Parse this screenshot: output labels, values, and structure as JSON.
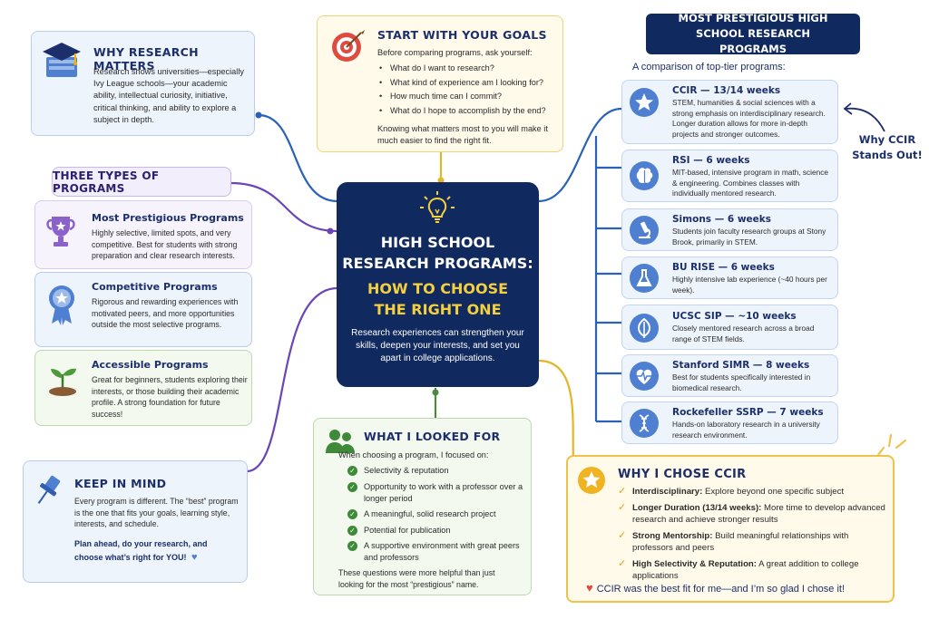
{
  "why_research": {
    "title": "WHY RESEARCH MATTERS",
    "body": "Research shows universities—especially Ivy League schools—your academic ability, intellectual curiosity, initiative, critical thinking, and ability to explore a subject in depth."
  },
  "start_goals": {
    "title": "START WITH YOUR GOALS",
    "intro": "Before comparing programs, ask yourself:",
    "questions": [
      "What do I want to research?",
      "What kind of experience am I looking for?",
      "How much time can I commit?",
      "What do I hope to accomplish by the end?"
    ],
    "outro": "Knowing what matters most to you will make it much easier to find the right fit."
  },
  "prestigious_header": {
    "title": "MOST PRESTIGIOUS HIGH SCHOOL RESEARCH PROGRAMS",
    "subtitle": "A comparison of top-tier programs:"
  },
  "programs": [
    {
      "name": "CCIR — 13/14 weeks",
      "desc": "STEM, humanities & social sciences with a strong emphasis on interdisciplinary research. Longer duration allows for more in-depth projects and stronger outcomes.",
      "icon": "star-icon"
    },
    {
      "name": "RSI — 6 weeks",
      "desc": "MIT-based, intensive program in math, science & engineering. Combines classes with individually mentored research.",
      "icon": "brain-icon"
    },
    {
      "name": "Simons — 6 weeks",
      "desc": "Students join faculty research groups at Stony Brook, primarily in STEM.",
      "icon": "microscope-icon"
    },
    {
      "name": "BU RISE — 6 weeks",
      "desc": "Highly intensive lab experience (~40 hours per week).",
      "icon": "flask-icon"
    },
    {
      "name": "UCSC SIP — ~10 weeks",
      "desc": "Closely mentored research across a broad range of STEM fields.",
      "icon": "leaf-icon"
    },
    {
      "name": "Stanford SIMR — 8 weeks",
      "desc": "Best for students specifically interested in biomedical research.",
      "icon": "heartbeat-icon"
    },
    {
      "name": "Rockefeller SSRP — 7 weeks",
      "desc": "Hands-on laboratory research in a university research environment.",
      "icon": "dna-icon"
    }
  ],
  "why_ccir_note": {
    "line1": "Why CCIR",
    "line2": "Stands Out!"
  },
  "three_types": {
    "title": "THREE TYPES OF PROGRAMS",
    "types": [
      {
        "name": "Most Prestigious Programs",
        "desc": "Highly selective, limited spots, and very competitive. Best for students with strong preparation and clear research interests."
      },
      {
        "name": "Competitive Programs",
        "desc": "Rigorous and rewarding experiences with motivated peers, and more opportunities outside the most selective programs."
      },
      {
        "name": "Accessible Programs",
        "desc": "Great for beginners, students exploring their interests, or those building their academic profile. A strong foundation for future success!"
      }
    ]
  },
  "center": {
    "line1": "HIGH SCHOOL",
    "line2": "RESEARCH PROGRAMS:",
    "line3": "HOW TO CHOOSE",
    "line4": "THE RIGHT ONE",
    "body": "Research experiences can strengthen your skills, deepen your interests, and set you apart in college applications."
  },
  "keep_in_mind": {
    "title": "KEEP IN MIND",
    "body": "Every program is different. The “best” program is the one that fits your goals, learning style, interests, and schedule.",
    "plan": "Plan ahead, do your research, and choose what’s right for YOU!"
  },
  "looked_for": {
    "title": "WHAT I LOOKED FOR",
    "intro": "When choosing a program, I focused on:",
    "items": [
      "Selectivity & reputation",
      "Opportunity to work with a professor over a longer period",
      "A meaningful, solid research project",
      "Potential for publication",
      "A supportive environment with great peers and professors"
    ],
    "outro": "These questions were more helpful than just looking for the most “prestigious” name."
  },
  "why_chose": {
    "title": "WHY I CHOSE CCIR",
    "items": [
      {
        "bold": "Interdisciplinary:",
        "text": " Explore beyond one specific subject"
      },
      {
        "bold": "Longer Duration (13/14 weeks):",
        "text": " More time to develop advanced research and achieve stronger results"
      },
      {
        "bold": "Strong Mentorship:",
        "text": " Build meaningful relationships with professors and peers"
      },
      {
        "bold": "High Selectivity & Reputation:",
        "text": " A great addition to college applications"
      }
    ],
    "closing": "CCIR was the best fit for me—and I’m so glad I chose it!"
  },
  "colors": {
    "navy": "#10295e",
    "accent_yellow": "#f4d03f",
    "line_blue": "#2a62b8",
    "line_purple": "#6b44b8",
    "line_green": "#4c8a3e",
    "line_yellow": "#e2b52a"
  }
}
